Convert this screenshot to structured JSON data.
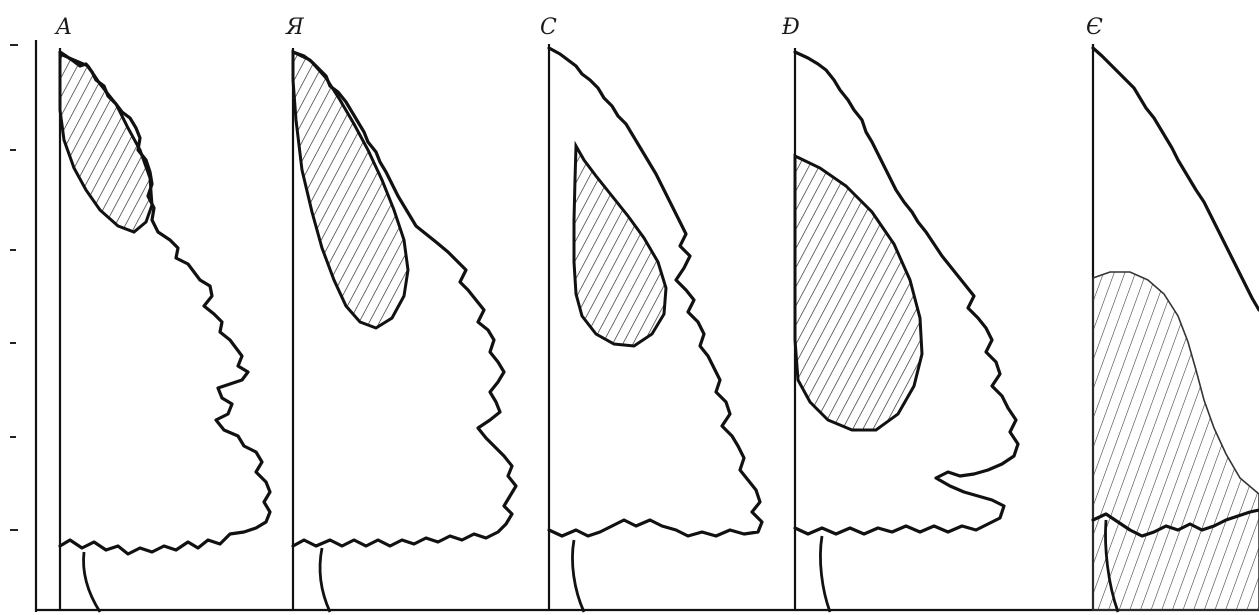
{
  "panels": [
    {
      "label": "A"
    },
    {
      "label": "Я"
    },
    {
      "label": "C"
    },
    {
      "label": "Ɖ"
    },
    {
      "label": "Є"
    }
  ]
}
